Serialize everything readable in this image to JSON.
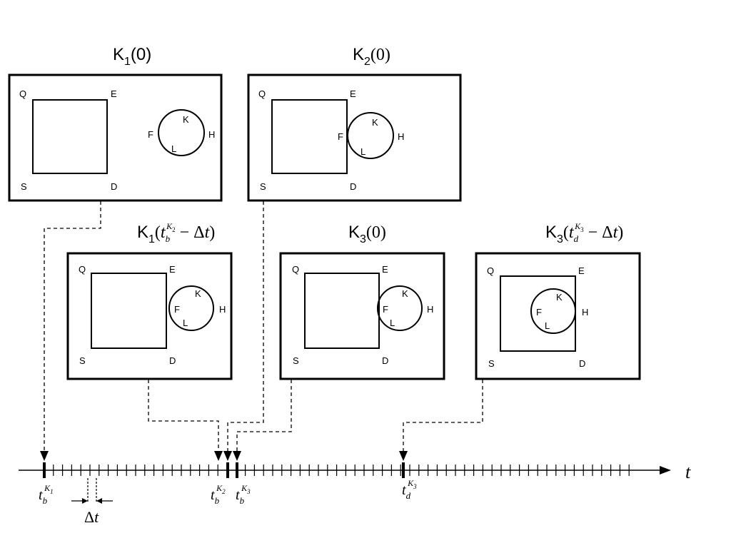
{
  "panels": [
    {
      "id": "p1",
      "title_main": "K",
      "title_sub": "1",
      "title_arg": "(0)",
      "corners": {
        "q": "Q",
        "e": "E",
        "s": "S",
        "d": "D"
      },
      "circle": {
        "f": "F",
        "h": "H",
        "k": "K",
        "l": "L"
      }
    },
    {
      "id": "p2",
      "title_main": "K",
      "title_sub": "2",
      "title_arg": "(0)",
      "corners": {
        "q": "Q",
        "e": "E",
        "s": "S",
        "d": "D"
      },
      "circle": {
        "f": "F",
        "h": "H",
        "k": "K",
        "l": "L"
      }
    },
    {
      "id": "p3",
      "title_main": "K",
      "title_sub": "1",
      "title_arg_open": "(",
      "title_t": "t",
      "title_t_sub": "b",
      "title_t_sup": "K",
      "title_t_supsub": "2",
      "title_minus": " − Δ",
      "title_dt": "t",
      "title_close": ")",
      "corners": {
        "q": "Q",
        "e": "E",
        "s": "S",
        "d": "D"
      },
      "circle": {
        "f": "F",
        "h": "H",
        "k": "K",
        "l": "L"
      }
    },
    {
      "id": "p4",
      "title_main": "K",
      "title_sub": "3",
      "title_arg": "(0)",
      "corners": {
        "q": "Q",
        "e": "E",
        "s": "S",
        "d": "D"
      },
      "circle": {
        "f": "F",
        "h": "H",
        "k": "K",
        "l": "L"
      }
    },
    {
      "id": "p5",
      "title_main": "K",
      "title_sub": "3",
      "title_arg_open": "(",
      "title_t": "t",
      "title_t_sub": "d",
      "title_t_sup": "K",
      "title_t_supsub": "3",
      "title_minus": " − Δ",
      "title_dt": "t",
      "title_close": ")",
      "corners": {
        "q": "Q",
        "e": "E",
        "s": "S",
        "d": "D"
      },
      "circle": {
        "f": "F",
        "h": "H",
        "k": "K",
        "l": "L"
      }
    }
  ],
  "axis": {
    "name": "t",
    "marks": [
      {
        "t": "t",
        "sub": "b",
        "sup": "K",
        "supsub": "1"
      },
      {
        "t": "t",
        "sub": "b",
        "sup": "K",
        "supsub": "2"
      },
      {
        "t": "t",
        "sub": "b",
        "sup": "K",
        "supsub": "3"
      },
      {
        "t": "t",
        "sub": "d",
        "sup": "K",
        "supsub": "3"
      }
    ],
    "interval": {
      "delta": "Δ",
      "t": "t"
    }
  }
}
